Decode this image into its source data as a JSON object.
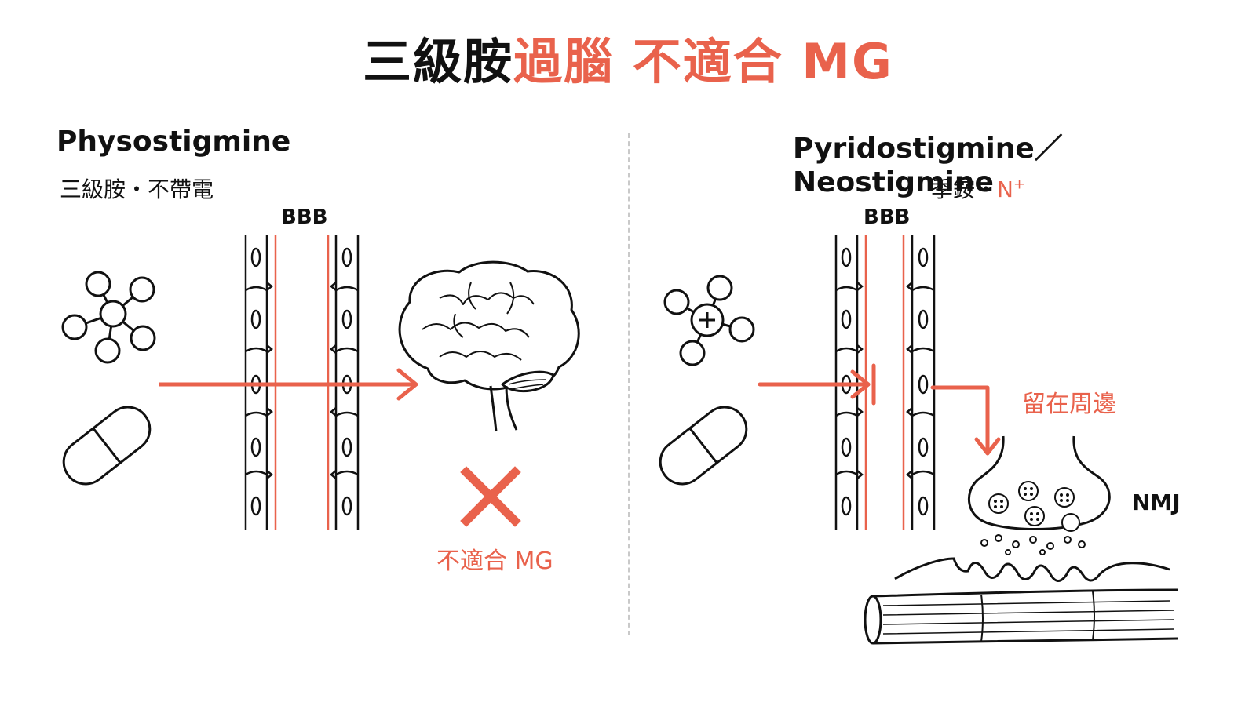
{
  "title": {
    "part_black": "三級胺",
    "part_accent": "過腦 不適合 MG"
  },
  "left": {
    "drug_name": "Physostigmine",
    "subtitle": "三級胺・不帶電",
    "barrier_label": "BBB",
    "verdict": "不適合 MG"
  },
  "right": {
    "drug_name": "Pyridostigmine／Neostigmine",
    "subtitle_black": "季銨・",
    "subtitle_accent": "N",
    "subtitle_sup": "+",
    "barrier_label": "BBB",
    "stay_label": "留在周邊",
    "nmj_label": "NMJ"
  },
  "colors": {
    "accent": "#e9624c",
    "ink": "#111111",
    "divider": "#c9c9c9"
  },
  "icons": [
    "molecule-icon",
    "charged-molecule-icon",
    "capsule-icon",
    "brain-icon",
    "cross-mark-icon",
    "synapse-icon",
    "muscle-fiber-icon"
  ]
}
